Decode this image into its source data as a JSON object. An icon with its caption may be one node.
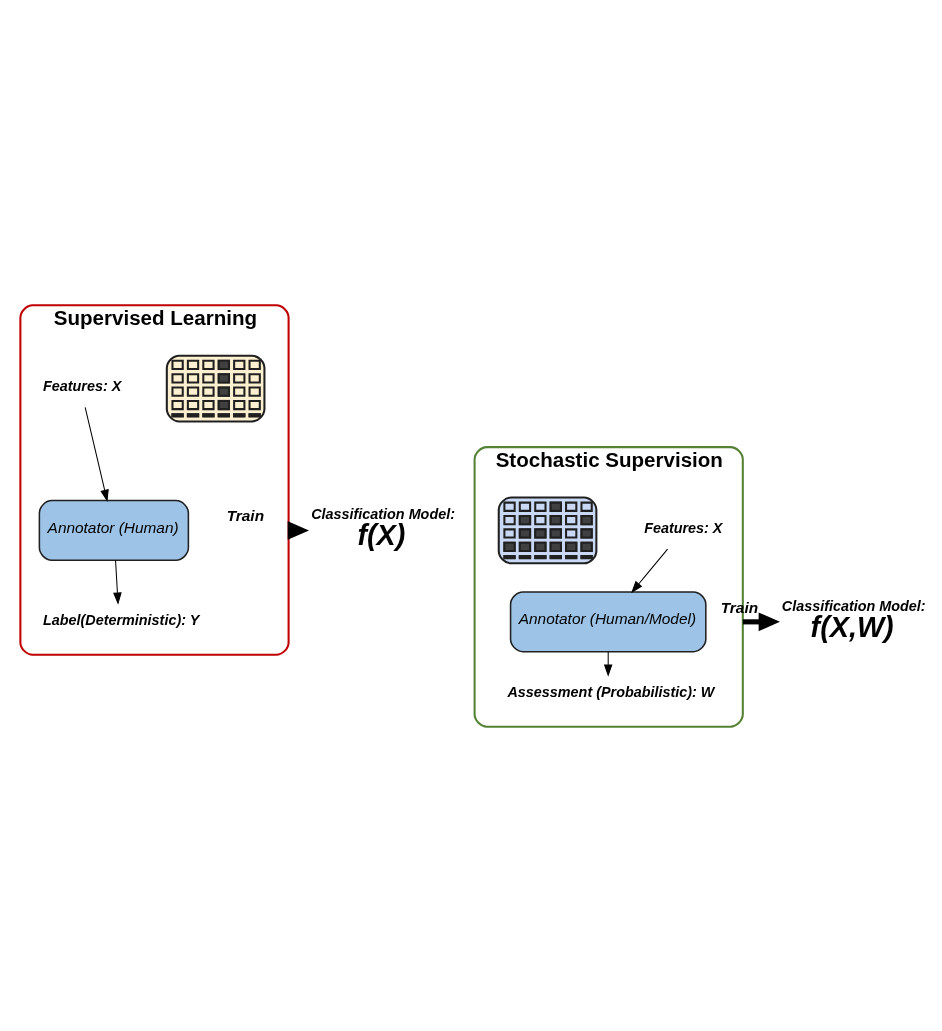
{
  "diagram": {
    "nodes": [
      {
        "text": [
          "Supervised Learning"
        ]
      },
      {
        "text": [
          "Features: X"
        ],
        "in": 0
      },
      {
        "text": [
          "Annotator (Human)"
        ],
        "in": 0
      },
      {
        "text": [
          "Label(Deterministic): Y"
        ],
        "in": 0
      },
      {
        "text": [],
        "shape": "picture",
        "in": 0
      },
      {
        "text": [
          "Classification Model:",
          "f(X)"
        ]
      },
      {
        "text": [
          "Stochastic Supervision"
        ]
      },
      {
        "text": [
          "Features: X"
        ],
        "in": 6
      },
      {
        "text": [
          "Annotator (Human/Model)"
        ],
        "in": 6
      },
      {
        "text": [
          "Assessment (Probabilistic): W"
        ],
        "in": 6
      },
      {
        "text": [],
        "shape": "picture",
        "in": 6
      },
      {
        "text": [
          "Classification Model:",
          "f(X,W)"
        ]
      }
    ],
    "edges": [
      {
        "from": 1,
        "to": 2,
        "arrow": "to"
      },
      {
        "from": 2,
        "to": 3,
        "arrow": "to"
      },
      {
        "from": 0,
        "to": 5,
        "arrow": "to",
        "label": "Train",
        "style": "thick"
      },
      {
        "from": 7,
        "to": 8,
        "arrow": "to"
      },
      {
        "from": 8,
        "to": 9,
        "arrow": "to"
      },
      {
        "from": 6,
        "to": 11,
        "arrow": "to",
        "label": "Train",
        "style": "thick"
      }
    ]
  }
}
